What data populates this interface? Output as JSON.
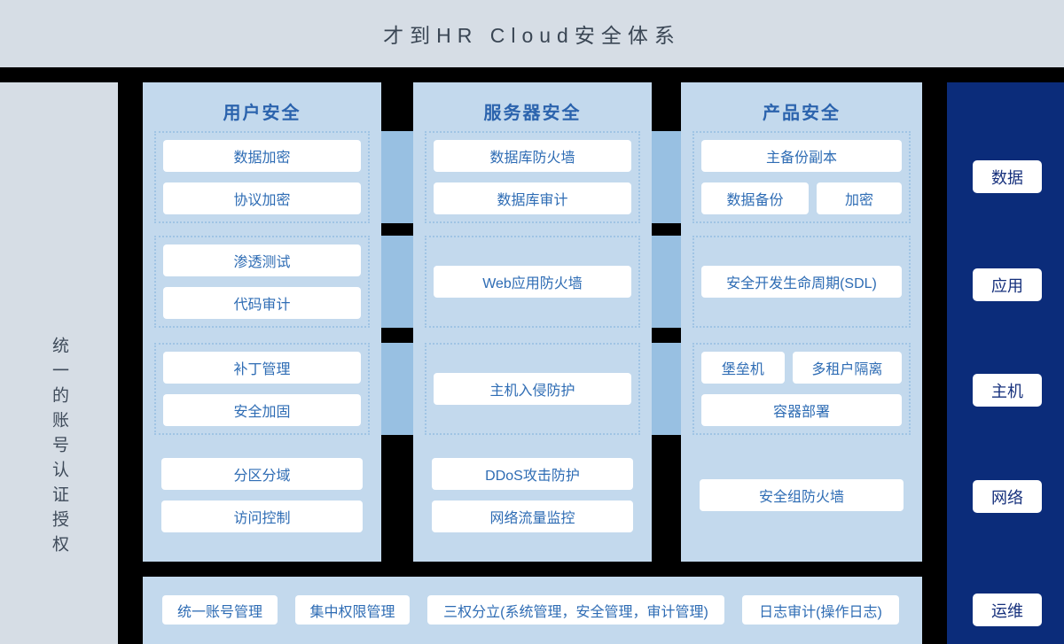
{
  "header": {
    "title": "才到HR Cloud安全体系"
  },
  "left_panel": {
    "vertical_label": "统一的账号认证授权"
  },
  "columns": [
    {
      "title": "用户安全",
      "rows": [
        {
          "boxes": [
            "数据加密",
            "协议加密"
          ]
        },
        {
          "boxes": [
            "渗透测试",
            "代码审计"
          ]
        },
        {
          "boxes": [
            "补丁管理",
            "安全加固"
          ]
        },
        {
          "boxes": [
            "分区分域",
            "访问控制"
          ]
        }
      ]
    },
    {
      "title": "服务器安全",
      "rows": [
        {
          "boxes": [
            "数据库防火墙",
            "数据库审计"
          ]
        },
        {
          "boxes": [
            "Web应用防火墙"
          ]
        },
        {
          "boxes": [
            "主机入侵防护"
          ]
        },
        {
          "boxes": [
            "DDoS攻击防护",
            "网络流量监控"
          ]
        }
      ]
    },
    {
      "title": "产品安全",
      "rows": [
        {
          "boxes": [
            "主备份副本",
            "数据备份",
            "加密"
          ]
        },
        {
          "boxes": [
            "安全开发生命周期(SDL)"
          ]
        },
        {
          "boxes": [
            "堡垒机",
            "多租户隔离",
            "容器部署"
          ]
        },
        {
          "boxes": [
            "安全组防火墙"
          ]
        }
      ]
    }
  ],
  "bottom_panel": {
    "boxes": [
      "统一账号管理",
      "集中权限管理",
      "三权分立(系统管理，安全管理，审计管理)",
      "日志审计(操作日志)"
    ]
  },
  "right_panel": {
    "labels": [
      "数据",
      "应用",
      "主机",
      "网络",
      "运维"
    ]
  },
  "colors": {
    "background": "#000000",
    "panel_gray": "#d6dde5",
    "panel_blue": "#c3d9ed",
    "connector_blue": "#98c0e2",
    "navy": "#0b2c7a",
    "box_text_blue": "#2e6cb4",
    "column_title_blue": "#2b63ad",
    "title_text": "#3a4654"
  }
}
